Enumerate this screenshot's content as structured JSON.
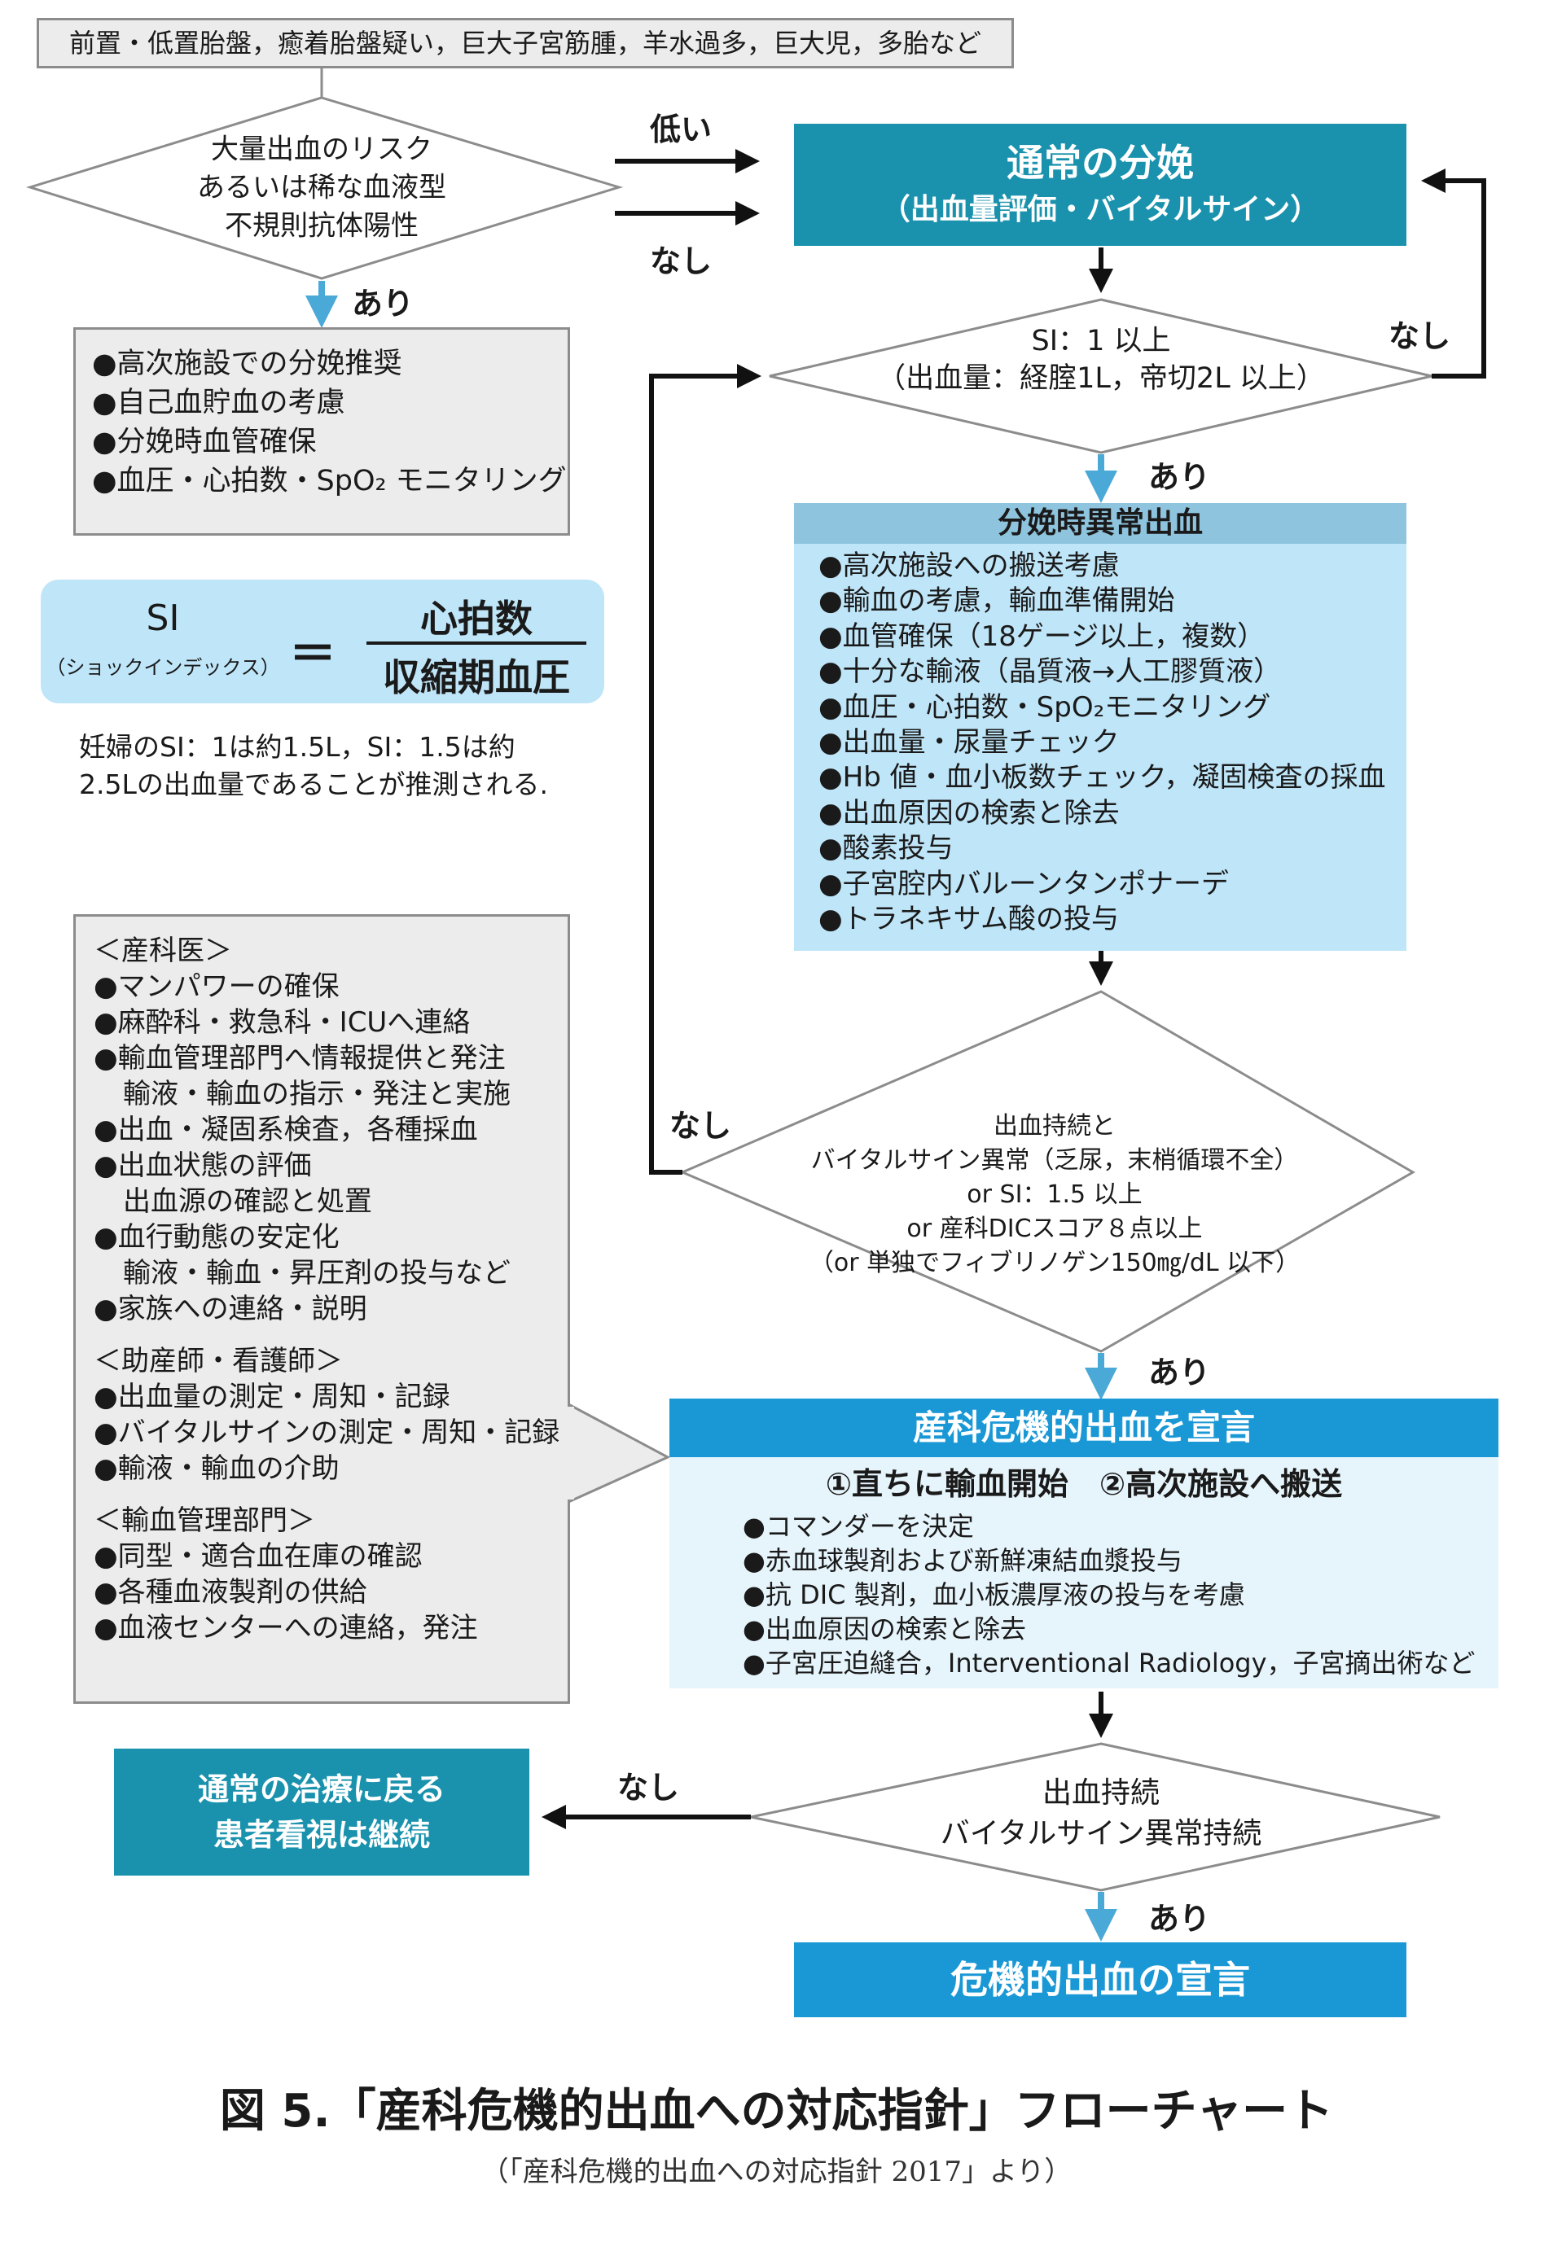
{
  "top_box": "前置・低置胎盤，癒着胎盤疑い，巨大子宮筋腫，羊水過多，巨大児，多胎など",
  "risk_diamond": {
    "line1": "大量出血のリスク",
    "line2": "あるいは稀な血液型",
    "line3": "不規則抗体陽性"
  },
  "labels": {
    "low": "低い",
    "none": "なし",
    "yes": "あり"
  },
  "normal_delivery": {
    "title": "通常の分娩",
    "subtitle": "（出血量評価・バイタルサイン）"
  },
  "risk_box": [
    "●高次施設での分娩推奨",
    "●自己血貯血の考慮",
    "●分娩時血管確保",
    "●血圧・心拍数・SpO₂ モニタリング"
  ],
  "si_box": {
    "si": "SI",
    "si_sub": "（ショックインデックス）",
    "equals": "＝",
    "numerator": "心拍数",
    "denominator": "収縮期血圧"
  },
  "si_note": {
    "line1": "妊婦のSI：1は約1.5L，SI：1.5は約",
    "line2": "2.5Lの出血量であることが推測される."
  },
  "si_diamond": {
    "line1": "SI：1 以上",
    "line2": "（出血量：経腟1L，帝切2L 以上）"
  },
  "abnormal_bleeding": {
    "title": "分娩時異常出血",
    "items": [
      "●高次施設への搬送考慮",
      "●輸血の考慮，輸血準備開始",
      "●血管確保（18ゲージ以上，複数）",
      "●十分な輸液（晶質液→人工膠質液）",
      "●血圧・心拍数・SpO₂モニタリング",
      "●出血量・尿量チェック",
      "●Hb 値・血小板数チェック，凝固検査の採血",
      "●出血原因の検索と除去",
      "●酸素投与",
      "●子宮腔内バルーンタンポナーデ",
      "●トラネキサム酸の投与"
    ]
  },
  "continue_diamond": {
    "line1": "出血持続と",
    "line2": "バイタルサイン異常（乏尿，末梢循環不全）",
    "line3": "or SI：1.5 以上",
    "line4": "or 産科DICスコア８点以上",
    "line5": "（or 単独でフィブリノゲン150㎎/dL 以下）"
  },
  "roles_box": {
    "obstetrician": {
      "heading": "＜産科医＞",
      "items": [
        "●マンパワーの確保",
        "●麻酔科・救急科・ICUへ連絡",
        "●輸血管理部門へ情報提供と発注",
        "輸液・輸血の指示・発注と実施",
        "●出血・凝固系検査，各種採血",
        "●出血状態の評価",
        "出血源の確認と処置",
        "●血行動態の安定化",
        "輸液・輸血・昇圧剤の投与など",
        "●家族への連絡・説明"
      ]
    },
    "midwife": {
      "heading": "＜助産師・看護師＞",
      "items": [
        "●出血量の測定・周知・記録",
        "●バイタルサインの測定・周知・記録",
        "●輸液・輸血の介助"
      ]
    },
    "transfusion": {
      "heading": "＜輸血管理部門＞",
      "items": [
        "●同型・適合血在庫の確認",
        "●各種血液製剤の供給",
        "●血液センターへの連絡，発注"
      ]
    }
  },
  "obstetric_crisis": {
    "title": "産科危機的出血を宣言",
    "actions": "①直ちに輸血開始　②高次施設へ搬送",
    "items": [
      "●コマンダーを決定",
      "●赤血球製剤および新鮮凍結血漿投与",
      "●抗 DIC 製剤，血小板濃厚液の投与を考慮",
      "●出血原因の検索と除去",
      "●子宮圧迫縫合，Interventional Radiology，子宮摘出術など"
    ]
  },
  "final_diamond": {
    "line1": "出血持続",
    "line2": "バイタルサイン異常持続"
  },
  "return_box": {
    "line1": "通常の治療に戻る",
    "line2": "患者看視は継続"
  },
  "crisis_declaration": "危機的出血の宣言",
  "figure_title": "図 5.「産科危機的出血への対応指針」フローチャート",
  "figure_source": "（「産科危機的出血への対応指針 2017」より）",
  "colors": {
    "teal": "#1a92ad",
    "cyan": "#1a98d5",
    "light_blue": "#bfe5f8",
    "pale_blue": "#e6f4fb",
    "gray_box": "#ececec",
    "arrow_blue": "#4aa9d6"
  }
}
